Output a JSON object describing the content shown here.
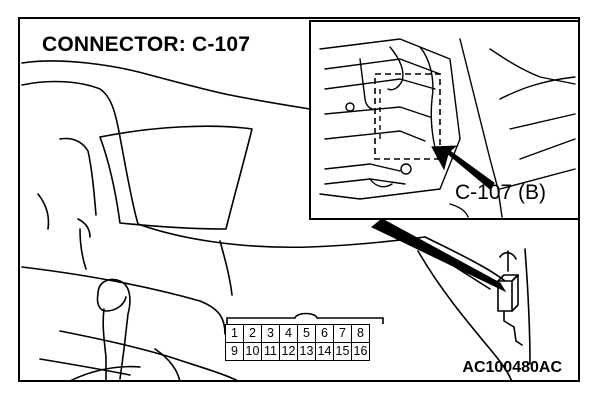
{
  "title": "CONNECTOR: C-107",
  "callout_label": "C-107 (B)",
  "figure_id": "AC100480AC",
  "connector_pins": {
    "top_row": [
      "1",
      "2",
      "3",
      "4",
      "5",
      "6",
      "7",
      "8"
    ],
    "bottom_row": [
      "9",
      "10",
      "11",
      "12",
      "13",
      "14",
      "15",
      "16"
    ]
  }
}
